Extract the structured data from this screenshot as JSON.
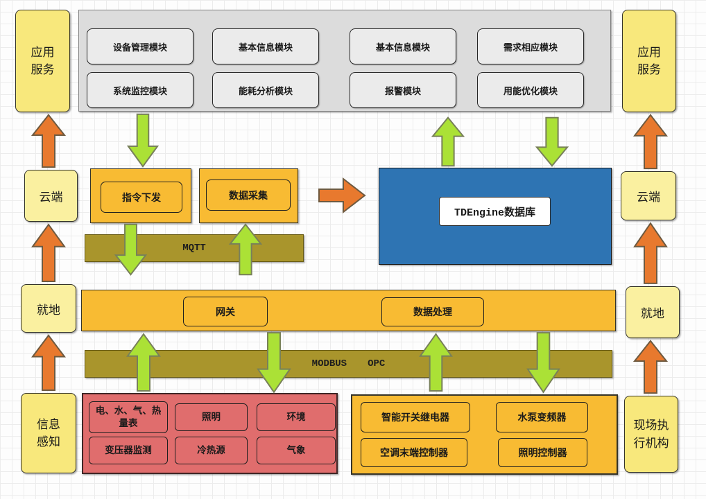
{
  "left_column": {
    "app_service": "应用服务",
    "cloud": "云端",
    "local": "就地",
    "perception": "信息感知"
  },
  "right_column": {
    "app_service": "应用服务",
    "cloud": "云端",
    "local": "就地",
    "actuators": "现场执行机构"
  },
  "app_modules": {
    "rows": [
      [
        "设备管理模块",
        "基本信息模块",
        "基本信息模块",
        "需求相应模块"
      ],
      [
        "系统监控模块",
        "能耗分析模块",
        "报警模块",
        "用能优化模块"
      ]
    ]
  },
  "cloud_layer": {
    "command_dispatch": "指令下发",
    "data_collection": "数据采集",
    "database": "TDEngine数据库",
    "protocol": "MQTT"
  },
  "edge_layer": {
    "gateway": "网关",
    "data_processing": "数据处理",
    "protocols": {
      "modbus": "MODBUS",
      "opc": "OPC"
    }
  },
  "perception_devices": {
    "rows": [
      [
        "电、水、气、热量表",
        "照明",
        "环境"
      ],
      [
        "变压器监测",
        "冷热源",
        "气象"
      ]
    ]
  },
  "actuator_devices": {
    "rows": [
      [
        "智能开关继电器",
        "水泵变频器"
      ],
      [
        "空调末端控制器",
        "照明控制器"
      ]
    ]
  },
  "colors": {
    "yellow_box": "#F8E87C",
    "yellow_box_light": "#FAF0A0",
    "orange_box": "#F8BB33",
    "olive_bar": "#A9952C",
    "blue_database": "#2E74B3",
    "pink_box": "#E06D6D",
    "module_gray": "#EBEBEB",
    "container_gray": "#DCDCDC",
    "green_arrow": "#ABE136",
    "orange_arrow": "#E8792E"
  }
}
